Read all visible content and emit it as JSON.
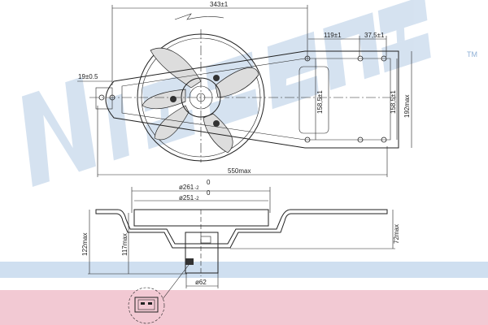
{
  "watermark": {
    "brand": "Nissens",
    "trademark": "TM"
  },
  "top_view": {
    "dims": {
      "overall_width_to_mount": "343±1",
      "mount_spacing": "119±1",
      "end_offset": "37,5±1",
      "tab_offset": "19±0.5",
      "inner_height": "158,5±1",
      "outer_height": "158,5±1",
      "max_height": "192max",
      "max_length": "550max"
    }
  },
  "side_view": {
    "dims": {
      "outer_diameter": "ø261",
      "outer_diameter_tol": "-2",
      "inner_diameter": "ø251",
      "inner_diameter_tol": "-2",
      "tol_upper": "0",
      "total_depth": "122max",
      "motor_depth": "117max",
      "bracket_depth": "72max",
      "motor_diameter": "ø62"
    }
  },
  "colors": {
    "band_pink": "#f2c9d3",
    "stripe_blue": "#c9dbee",
    "line": "#222222"
  }
}
